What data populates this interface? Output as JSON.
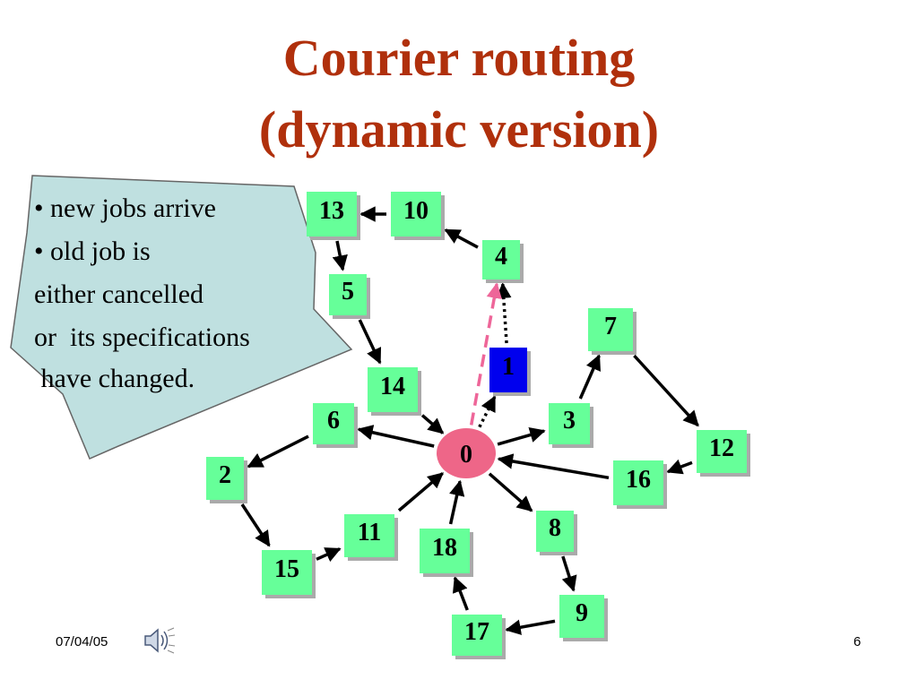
{
  "title": {
    "line1": "Courier routing",
    "line2": "(dynamic version)"
  },
  "callout": {
    "lines": [
      "• new jobs arrive",
      "• old job is",
      "either cancelled",
      "or  its specifications",
      " have changed."
    ]
  },
  "colors": {
    "title": "#b0300c",
    "node_fill": "#66ff99",
    "node_shadow": "#aaaaaa",
    "depot_fill": "#ee6688",
    "highlight_node_fill": "#0000ee",
    "callout_fill": "#bfe0e0",
    "dashed_arrow": "#ee6699"
  },
  "diagram": {
    "depot": "0",
    "nodes": [
      "13",
      "10",
      "4",
      "5",
      "7",
      "1",
      "14",
      "6",
      "3",
      "12",
      "2",
      "16",
      "8",
      "11",
      "18",
      "15",
      "9",
      "17"
    ],
    "highlighted_node": "1",
    "edges": [
      {
        "from": "10",
        "to": "13",
        "style": "solid"
      },
      {
        "from": "4",
        "to": "10",
        "style": "solid"
      },
      {
        "from": "13",
        "to": "5",
        "style": "solid"
      },
      {
        "from": "5",
        "to": "14",
        "style": "solid"
      },
      {
        "from": "14",
        "to": "0",
        "style": "solid"
      },
      {
        "from": "0",
        "to": "6",
        "style": "solid"
      },
      {
        "from": "6",
        "to": "2",
        "style": "solid"
      },
      {
        "from": "2",
        "to": "15",
        "style": "solid"
      },
      {
        "from": "15",
        "to": "11",
        "style": "solid"
      },
      {
        "from": "11",
        "to": "0",
        "style": "solid"
      },
      {
        "from": "0",
        "to": "3",
        "style": "solid"
      },
      {
        "from": "3",
        "to": "7",
        "style": "solid"
      },
      {
        "from": "7",
        "to": "12",
        "style": "solid"
      },
      {
        "from": "12",
        "to": "16",
        "style": "solid"
      },
      {
        "from": "16",
        "to": "0",
        "style": "solid"
      },
      {
        "from": "0",
        "to": "8",
        "style": "solid"
      },
      {
        "from": "8",
        "to": "9",
        "style": "solid"
      },
      {
        "from": "9",
        "to": "17",
        "style": "solid"
      },
      {
        "from": "17",
        "to": "18",
        "style": "solid"
      },
      {
        "from": "18",
        "to": "0",
        "style": "solid"
      },
      {
        "from": "0",
        "to": "1",
        "style": "dotted"
      },
      {
        "from": "1",
        "to": "4",
        "style": "dotted"
      },
      {
        "from": "0",
        "to": "4",
        "style": "dashed"
      }
    ]
  },
  "footer": {
    "date": "07/04/05",
    "page": "6",
    "audio_icon": "speaker-icon"
  }
}
